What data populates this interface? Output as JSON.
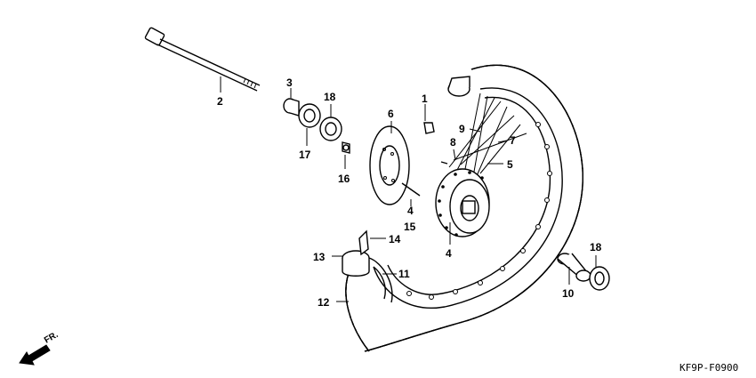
{
  "diagram": {
    "callouts": [
      {
        "id": "c2",
        "text": "2"
      },
      {
        "id": "c3",
        "text": "3"
      },
      {
        "id": "c18a",
        "text": "18"
      },
      {
        "id": "c17",
        "text": "17"
      },
      {
        "id": "c16",
        "text": "16"
      },
      {
        "id": "c6",
        "text": "6"
      },
      {
        "id": "c1",
        "text": "1"
      },
      {
        "id": "c9",
        "text": "9"
      },
      {
        "id": "c8",
        "text": "8"
      },
      {
        "id": "c7",
        "text": "7"
      },
      {
        "id": "c5",
        "text": "5"
      },
      {
        "id": "c4a",
        "text": "4"
      },
      {
        "id": "c15",
        "text": "15"
      },
      {
        "id": "c4b",
        "text": "4"
      },
      {
        "id": "c14",
        "text": "14"
      },
      {
        "id": "c13",
        "text": "13"
      },
      {
        "id": "c11",
        "text": "11"
      },
      {
        "id": "c12",
        "text": "12"
      },
      {
        "id": "c18b",
        "text": "18"
      },
      {
        "id": "c10",
        "text": "10"
      }
    ],
    "front_arrow_label": "FR.",
    "diagram_code": "KF9P-F0900"
  }
}
